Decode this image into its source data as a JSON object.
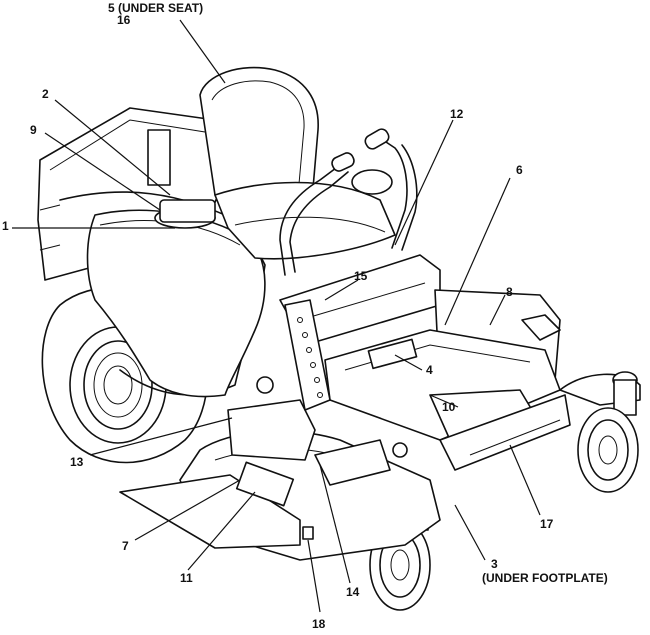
{
  "callouts": [
    {
      "id": "c1",
      "text": "1"
    },
    {
      "id": "c2",
      "text": "2"
    },
    {
      "id": "c3",
      "text": "3"
    },
    {
      "id": "c3n",
      "text": "(UNDER FOOTPLATE)"
    },
    {
      "id": "c4",
      "text": "4"
    },
    {
      "id": "c5",
      "text": "5 (UNDER SEAT)"
    },
    {
      "id": "c6",
      "text": "6"
    },
    {
      "id": "c7",
      "text": "7"
    },
    {
      "id": "c8",
      "text": "8"
    },
    {
      "id": "c9",
      "text": "9"
    },
    {
      "id": "c10",
      "text": "10"
    },
    {
      "id": "c11",
      "text": "11"
    },
    {
      "id": "c12",
      "text": "12"
    },
    {
      "id": "c13",
      "text": "13"
    },
    {
      "id": "c14",
      "text": "14"
    },
    {
      "id": "c15",
      "text": "15"
    },
    {
      "id": "c16",
      "text": "16"
    },
    {
      "id": "c17",
      "text": "17"
    },
    {
      "id": "c18",
      "text": "18"
    }
  ]
}
